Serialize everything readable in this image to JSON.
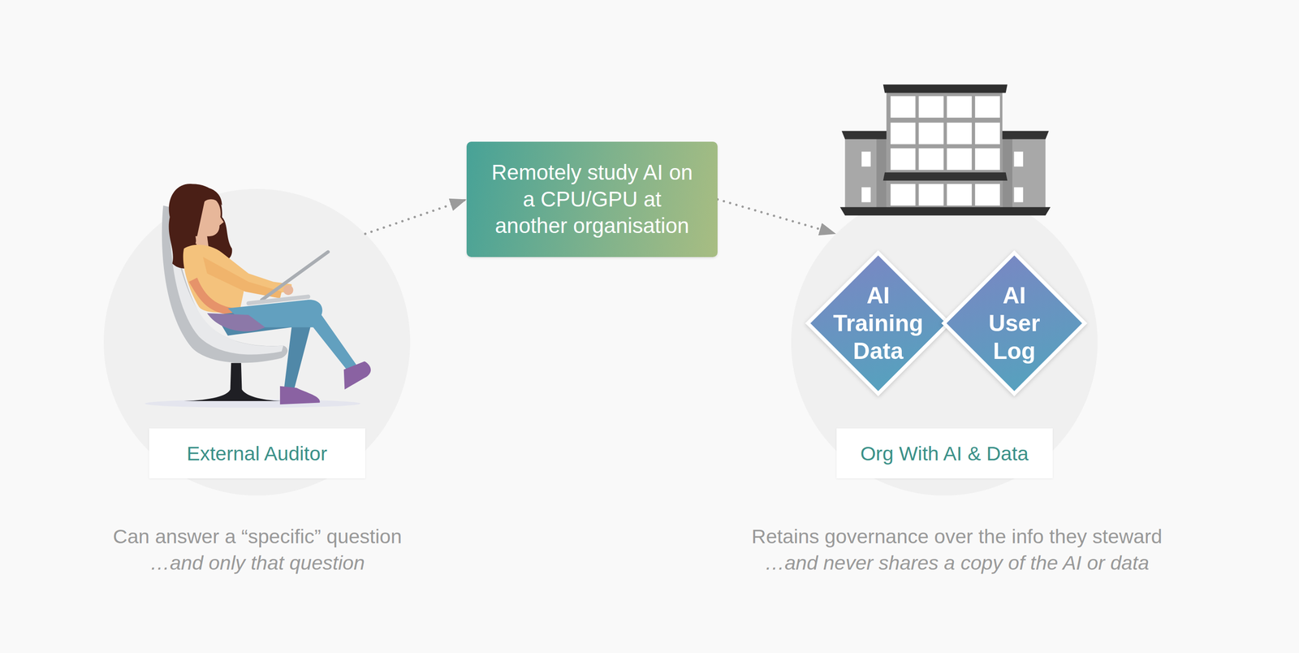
{
  "diagram": {
    "nodes": [
      {
        "text": [
          "External Auditor"
        ]
      },
      {
        "text": [
          "Remotely study AI on a CPU/GPU at another organisation"
        ]
      },
      {
        "text": [
          "Org With AI & Data"
        ]
      },
      {
        "text": [
          "AI Training Data"
        ],
        "in": 2
      },
      {
        "text": [
          "AI User Log"
        ],
        "in": 2
      }
    ],
    "edges": [
      {
        "from": 0,
        "to": 1,
        "arrow": "to"
      },
      {
        "from": 1,
        "to": 2,
        "arrow": "to"
      }
    ],
    "labels": [
      "Can answer a “specific” question",
      "…and only that question",
      "Retains governance over the info they steward",
      "…and never shares a copy of the AI or data"
    ]
  }
}
